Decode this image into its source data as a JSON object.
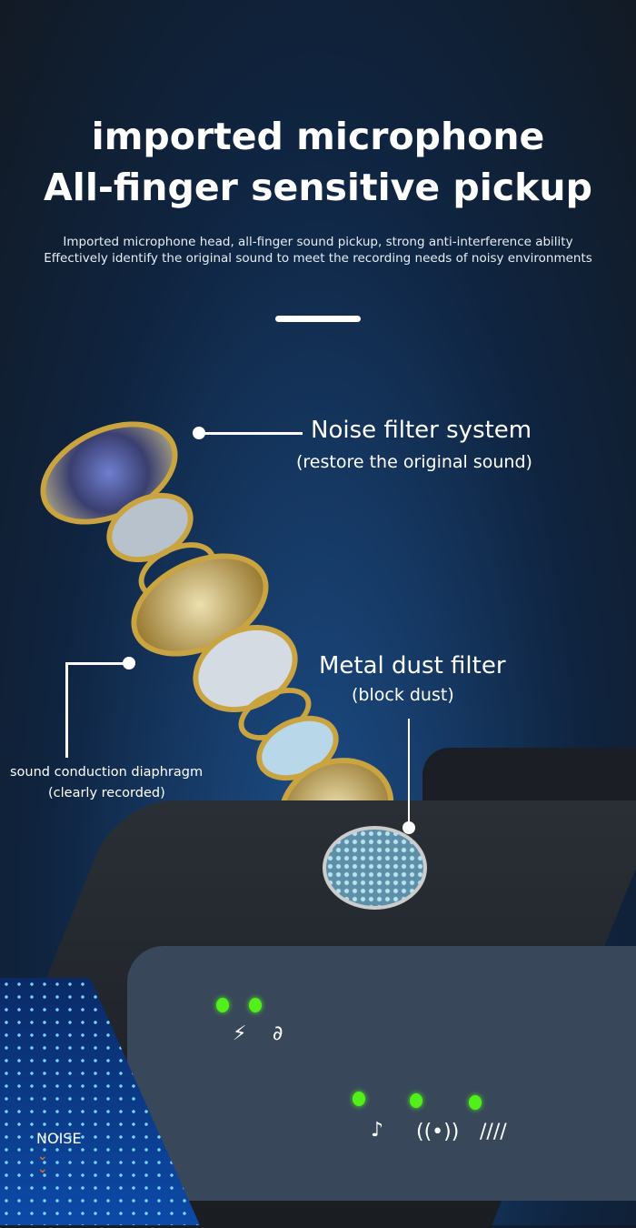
{
  "heading": {
    "line1": "imported microphone",
    "line2": "All-finger sensitive pickup"
  },
  "description": {
    "line1": "Imported microphone head, all-finger sound pickup, strong anti-interference ability",
    "line2": "Effectively identify the original sound to meet the recording needs of noisy environments"
  },
  "callouts": {
    "noise_filter": {
      "title": "Noise filter system",
      "sub": "(restore the original sound)"
    },
    "metal_filter": {
      "title": "Metal dust filter",
      "sub": "(block dust)"
    },
    "diaphragm": {
      "title": "sound conduction diaphragm",
      "sub": "(clearly recorded)"
    }
  },
  "noise_label": "NOISE",
  "colors": {
    "led": "#52f01a",
    "chevron": "#e0662a"
  }
}
